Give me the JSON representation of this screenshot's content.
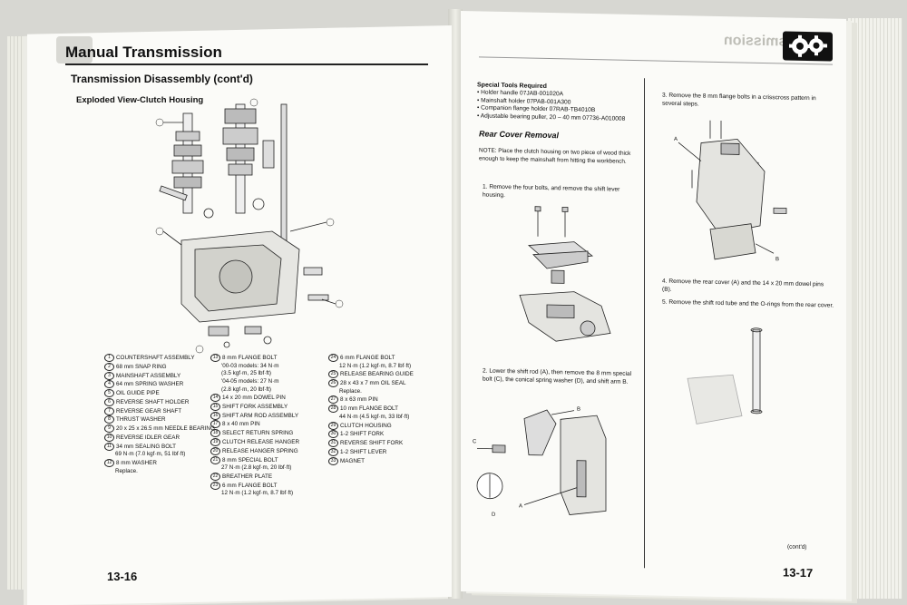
{
  "left": {
    "section_title": "Manual Transmission",
    "subtitle": "Transmission Disassembly (cont'd)",
    "figure_title": "Exploded View-Clutch Housing",
    "page_number": "13-16",
    "legend_col1": [
      {
        "n": "1",
        "text": "COUNTERSHAFT ASSEMBLY"
      },
      {
        "n": "2",
        "text": "68 mm SNAP RING"
      },
      {
        "n": "3",
        "text": "MAINSHAFT ASSEMBLY"
      },
      {
        "n": "4",
        "text": "64 mm SPRING WASHER"
      },
      {
        "n": "5",
        "text": "OIL GUIDE PIPE"
      },
      {
        "n": "6",
        "text": "REVERSE SHAFT HOLDER"
      },
      {
        "n": "7",
        "text": "REVERSE GEAR SHAFT"
      },
      {
        "n": "8",
        "text": "THRUST WASHER"
      },
      {
        "n": "9",
        "text": "20 x 25 x 26.5 mm NEEDLE BEARING"
      },
      {
        "n": "10",
        "text": "REVERSE IDLER GEAR"
      },
      {
        "n": "11",
        "text": "34 mm SEALING BOLT",
        "sub": "69 N·m (7.0 kgf·m, 51 lbf·ft)"
      },
      {
        "n": "12",
        "text": "8 mm WASHER",
        "sub": "Replace."
      }
    ],
    "legend_col2": [
      {
        "n": "13",
        "text": "8 mm FLANGE BOLT",
        "sub": "'00-03 models: 34 N·m",
        "sub2": "(3.5 kgf·m, 25 lbf·ft)",
        "sub3": "'04-05 models: 27 N·m",
        "sub4": "(2.8 kgf·m, 20 lbf·ft)"
      },
      {
        "n": "14",
        "text": "14 x 20 mm DOWEL PIN"
      },
      {
        "n": "15",
        "text": "SHIFT FORK ASSEMBLY"
      },
      {
        "n": "16",
        "text": "SHIFT ARM ROD ASSEMBLY"
      },
      {
        "n": "17",
        "text": "8 x 40 mm PIN"
      },
      {
        "n": "18",
        "text": "SELECT RETURN SPRING"
      },
      {
        "n": "19",
        "text": "CLUTCH RELEASE HANGER"
      },
      {
        "n": "20",
        "text": "RELEASE HANGER SPRING"
      },
      {
        "n": "21",
        "text": "8 mm SPECIAL BOLT",
        "sub": "27 N·m (2.8 kgf·m, 20 lbf·ft)"
      },
      {
        "n": "22",
        "text": "BREATHER PLATE"
      },
      {
        "n": "23",
        "text": "6 mm FLANGE BOLT",
        "sub": "12 N·m (1.2 kgf·m, 8.7 lbf·ft)"
      }
    ],
    "legend_col3": [
      {
        "n": "24",
        "text": "6 mm FLANGE BOLT",
        "sub": "12 N·m (1.2 kgf·m, 8.7 lbf·ft)"
      },
      {
        "n": "25",
        "text": "RELEASE BEARING GUIDE"
      },
      {
        "n": "26",
        "text": "28 x 43 x 7 mm OIL SEAL",
        "sub": "Replace."
      },
      {
        "n": "27",
        "text": "8 x 63 mm PIN"
      },
      {
        "n": "28",
        "text": "10 mm FLANGE BOLT",
        "sub": "44 N·m (4.5 kgf·m, 33 lbf·ft)"
      },
      {
        "n": "29",
        "text": "CLUTCH HOUSING"
      },
      {
        "n": "30",
        "text": "1-2 SHIFT FORK"
      },
      {
        "n": "31",
        "text": "REVERSE SHIFT FORK"
      },
      {
        "n": "32",
        "text": "1-2 SHIFT LEVER"
      },
      {
        "n": "33",
        "text": "MAGNET"
      }
    ]
  },
  "right": {
    "section_title": "Transmission",
    "page_number": "13-17",
    "special_tools_title": "Special Tools Required",
    "special_tools": [
      "• Holder handle 07JAB-001020A",
      "• Mainshaft holder 07PAB-001A300",
      "• Companion flange holder 07RAB-TB4010B",
      "• Adjustable bearing puller, 20 – 40 mm 07736-A010008"
    ],
    "rear_cover_title": "Rear Cover Removal",
    "note": "NOTE: Place the clutch housing on two piece of wood thick enough to keep the mainshaft from hitting the workbench.",
    "step1": "1. Remove the four bolts, and remove the shift lever housing.",
    "step2": "2. Lower the shift rod (A), then remove the 8 mm special bolt (C), the conical spring washer (D), and shift arm B.",
    "step3": "3. Remove the 8 mm flange bolts in a crisscross pattern in several steps.",
    "step4": "4. Remove the rear cover (A) and the 14 x 20 mm dowel pins (B).",
    "step5": "5. Remove the shift rod tube and the O-rings from the rear cover.",
    "label_A": "A",
    "label_B": "B",
    "label_C": "C",
    "label_D": "D",
    "contd": "(cont'd)"
  }
}
